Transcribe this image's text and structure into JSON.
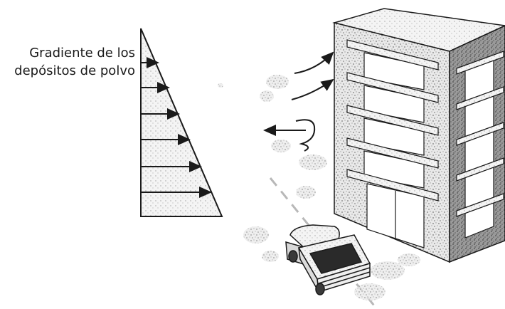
{
  "label": {
    "line1": "Gradiente de los",
    "line2": "depósitos de polvo"
  },
  "colors": {
    "ink": "#1a1a1a",
    "dust": "#9a9a9a",
    "facade": "#c8c8c8",
    "side": "#8f8f8f",
    "window": "#ffffff"
  },
  "icons": [
    "gradient-triangle",
    "wind-arrow",
    "building",
    "pickup-truck",
    "dust-cloud",
    "road"
  ]
}
